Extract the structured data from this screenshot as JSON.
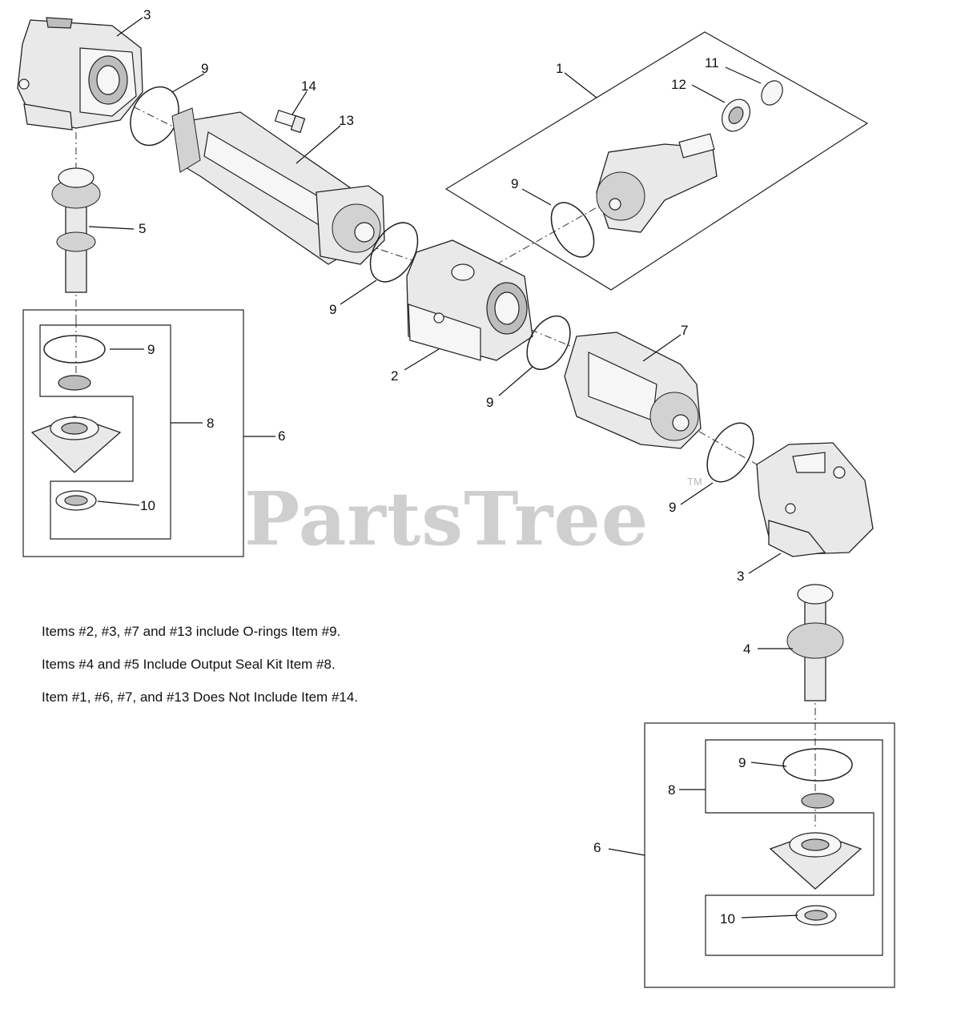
{
  "watermark": {
    "text": "PartsTree",
    "trademark": "TM"
  },
  "notes": [
    "Items #2, #3, #7 and #13 include O-rings Item #9.",
    "Items #4 and #5 Include Output Seal Kit Item #8.",
    "Item #1, #6, #7, and #13 Does Not Include Item #14."
  ],
  "callouts": {
    "c1": "1",
    "c2": "2",
    "c3_top": "3",
    "c3_right": "3",
    "c4": "4",
    "c5": "5",
    "c6_left": "6",
    "c6_right": "6",
    "c7": "7",
    "c8_left": "8",
    "c8_right": "8",
    "c9_a": "9",
    "c9_b": "9",
    "c9_c": "9",
    "c9_d": "9",
    "c9_e": "9",
    "c9_f": "9",
    "c9_g": "9",
    "c10_left": "10",
    "c10_right": "10",
    "c11": "11",
    "c12": "12",
    "c13": "13",
    "c14": "14"
  }
}
